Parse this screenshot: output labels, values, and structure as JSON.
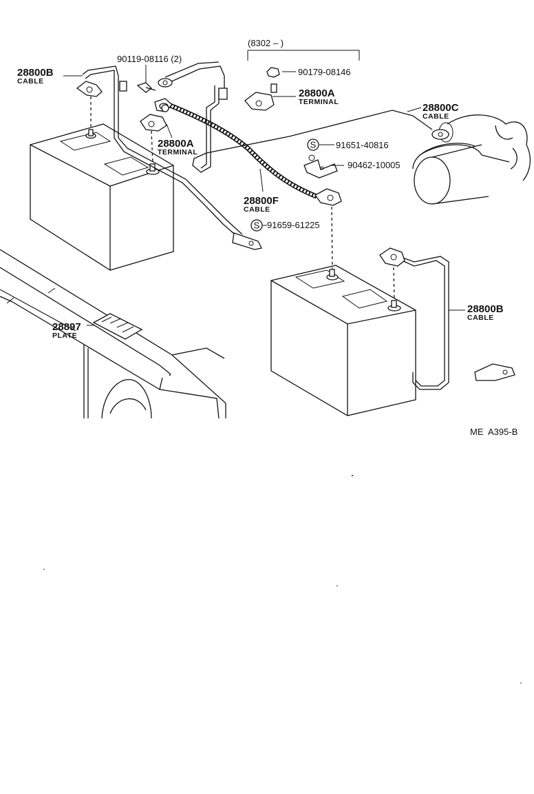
{
  "group_range": "(8302 –         )",
  "labels": {
    "cable_b_top_pn": "28800B",
    "cable_b_top_name": "CABLE",
    "bolt_pn": "90119-08116 (2)",
    "nut_pn": "90179-08146",
    "terminal_a_right_pn": "28800A",
    "terminal_a_right_name": "TERMINAL",
    "cable_c_pn": "28800C",
    "cable_c_name": "CABLE",
    "terminal_a_left_pn": "28800A",
    "terminal_a_left_name": "TERMINAL",
    "s_marker": "S",
    "screw_pn": "91651-40816",
    "clamp_pn": "90462-10005",
    "cable_f_pn": "28800F",
    "cable_f_name": "CABLE",
    "screw2_pn": "91659-61225",
    "plate_pn": "28897",
    "plate_name": "PLATE",
    "cable_b_right_pn": "28800B",
    "cable_b_right_name": "CABLE",
    "figure_code": "ME  A395-B"
  }
}
